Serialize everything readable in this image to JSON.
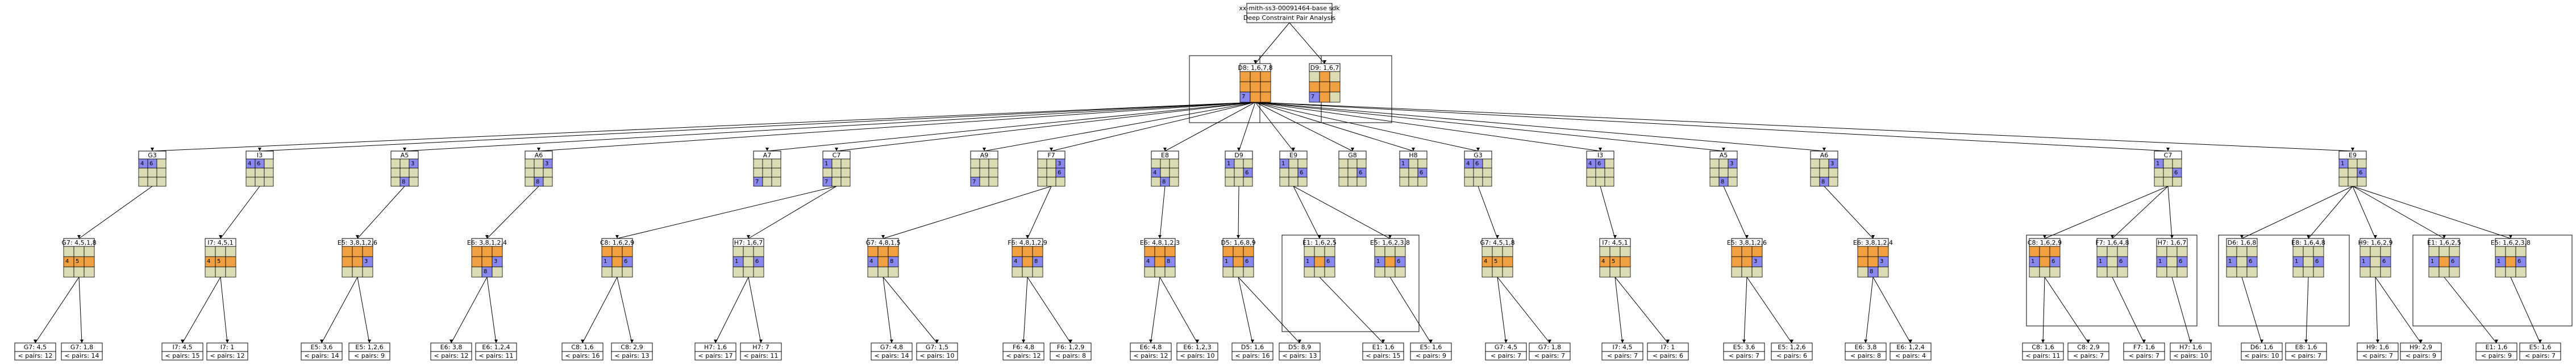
{
  "colors": {
    "empty": "#dcdcb4",
    "highlight": "#f0a040",
    "candidate": "#8888ee",
    "line": "#000000"
  },
  "header": {
    "line1": "xx-mith-ss3-00091464-base sdk",
    "line2": "Deep Constraint Pair Analysis"
  },
  "nodes": [
    {
      "id": "r1",
      "label": "D8: 1,6,7,8",
      "cells": "HHHHHHCHH",
      "cands": [
        "",
        "",
        "",
        "",
        "",
        "",
        "7",
        "",
        ""
      ]
    },
    {
      "id": "r2",
      "label": "D9: 1,6,7",
      "cells": "EHEHHHCHE",
      "cands": [
        "",
        "",
        "",
        "",
        "",
        "",
        "7",
        "",
        ""
      ]
    },
    {
      "id": "n1",
      "label": "G3",
      "cells": "CCEEEEEEE",
      "cands": [
        "4",
        "6",
        "",
        "",
        "",
        "",
        "",
        "",
        ""
      ]
    },
    {
      "id": "n2",
      "label": "I3",
      "cells": "CCEEEEEEE",
      "cands": [
        "4",
        "6",
        "",
        "",
        "",
        "",
        "",
        "",
        ""
      ]
    },
    {
      "id": "n3",
      "label": "A5",
      "cells": "EECEEEECE",
      "cands": [
        "",
        "",
        "3",
        "",
        "",
        "",
        "",
        "8",
        ""
      ]
    },
    {
      "id": "n4",
      "label": "A6",
      "cells": "EECEEEECE",
      "cands": [
        "",
        "",
        "3",
        "",
        "",
        "",
        "",
        "8",
        ""
      ]
    },
    {
      "id": "n5",
      "label": "A7",
      "cells": "EEEEEECEE",
      "cands": [
        "",
        "",
        "",
        "",
        "",
        "",
        "7",
        "",
        ""
      ]
    },
    {
      "id": "n6",
      "label": "C7",
      "cells": "CEEEEECEE",
      "cands": [
        "1",
        "",
        "",
        "",
        "",
        "",
        "7",
        "",
        ""
      ]
    },
    {
      "id": "n7",
      "label": "A9",
      "cells": "EEEEEECEE",
      "cands": [
        "",
        "",
        "",
        "",
        "",
        "",
        "7",
        "",
        ""
      ]
    },
    {
      "id": "n8",
      "label": "F7",
      "cells": "EECEECEEE",
      "cands": [
        "",
        "",
        "3",
        "",
        "",
        "6",
        "",
        "",
        ""
      ]
    },
    {
      "id": "n9",
      "label": "E8",
      "cells": "EEECEEECE",
      "cands": [
        "",
        "",
        "",
        "4",
        "",
        "",
        "",
        "8",
        ""
      ]
    },
    {
      "id": "n10",
      "label": "D9",
      "cells": "CEEEECEEE",
      "cands": [
        "1",
        "",
        "",
        "",
        "",
        "6",
        "",
        "",
        ""
      ]
    },
    {
      "id": "n11",
      "label": "E9",
      "cells": "CEEEECEEE",
      "cands": [
        "1",
        "",
        "",
        "",
        "",
        "6",
        "",
        "",
        ""
      ]
    },
    {
      "id": "n12",
      "label": "G8",
      "cells": "EEEEECEEE",
      "cands": [
        "",
        "",
        "",
        "",
        "",
        "6",
        "",
        "",
        ""
      ]
    },
    {
      "id": "n13",
      "label": "H8",
      "cells": "CEEEECEEE",
      "cands": [
        "1",
        "",
        "",
        "",
        "",
        "6",
        "",
        "",
        ""
      ]
    },
    {
      "id": "n14",
      "label": "G3",
      "cells": "CCEEEEEEE",
      "cands": [
        "4",
        "6",
        "",
        "",
        "",
        "",
        "",
        "",
        ""
      ]
    },
    {
      "id": "n15",
      "label": "I3",
      "cells": "CCEEEEEEE",
      "cands": [
        "4",
        "6",
        "",
        "",
        "",
        "",
        "",
        "",
        ""
      ]
    },
    {
      "id": "n16",
      "label": "A5",
      "cells": "EECEEEECE",
      "cands": [
        "",
        "",
        "3",
        "",
        "",
        "",
        "",
        "8",
        ""
      ]
    },
    {
      "id": "n17",
      "label": "A6",
      "cells": "EECEEEECE",
      "cands": [
        "",
        "",
        "3",
        "",
        "",
        "",
        "",
        "8",
        ""
      ]
    },
    {
      "id": "n18",
      "label": "C7",
      "cells": "CEEEECEEE",
      "cands": [
        "1",
        "",
        "",
        "",
        "",
        "6",
        "",
        "",
        ""
      ]
    },
    {
      "id": "n19",
      "label": "E9",
      "cells": "CEEEECEEE",
      "cands": [
        "1",
        "",
        "",
        "",
        "",
        "6",
        "",
        "",
        ""
      ]
    },
    {
      "id": "m1",
      "label": "G7: 4,5,1,8",
      "cells": "EEEHHHEEE",
      "cands": [
        "",
        "",
        "",
        "4",
        "5",
        "",
        "",
        "",
        ""
      ]
    },
    {
      "id": "m2",
      "label": "I7: 4,5,1",
      "cells": "EEEHHHEEE",
      "cands": [
        "",
        "",
        "",
        "4",
        "5",
        "",
        "",
        "",
        ""
      ]
    },
    {
      "id": "m3",
      "label": "E5: 3,8,1,2,6",
      "cells": "HHHHHCEEE",
      "cands": [
        "",
        "",
        "",
        "",
        "",
        "3",
        "",
        "",
        ""
      ]
    },
    {
      "id": "m4",
      "label": "E6: 3,8,1,2,4",
      "cells": "HHHHHCECE",
      "cands": [
        "",
        "",
        "",
        "",
        "",
        "3",
        "",
        "8",
        ""
      ]
    },
    {
      "id": "m5",
      "label": "C8: 1,6,2,9",
      "cells": "HHHCHCEEE",
      "cands": [
        "",
        "",
        "",
        "1",
        "",
        "6",
        "",
        "",
        ""
      ]
    },
    {
      "id": "m6",
      "label": "H7: 1,6,7",
      "cells": "EEECECEEE",
      "cands": [
        "",
        "",
        "",
        "1",
        "",
        "6",
        "",
        "",
        ""
      ]
    },
    {
      "id": "m7",
      "label": "G7: 4,8,1,5",
      "cells": "HHHCHCEEE",
      "cands": [
        "",
        "",
        "",
        "4",
        "",
        "8",
        "",
        "",
        ""
      ]
    },
    {
      "id": "m8",
      "label": "F6: 4,8,1,2,9",
      "cells": "HHHCHCEEE",
      "cands": [
        "",
        "",
        "",
        "4",
        "",
        "8",
        "",
        "",
        ""
      ]
    },
    {
      "id": "m9",
      "label": "E6: 4,8,1,2,3",
      "cells": "HHHCHCEEE",
      "cands": [
        "",
        "",
        "",
        "4",
        "",
        "8",
        "",
        "",
        ""
      ]
    },
    {
      "id": "m10",
      "label": "D5: 1,6,8,9",
      "cells": "HHHCHCEEE",
      "cands": [
        "",
        "",
        "",
        "1",
        "",
        "6",
        "",
        "",
        ""
      ]
    },
    {
      "id": "m11",
      "label": "E1: 1,6,2,5",
      "cells": "EEECHCEEE",
      "cands": [
        "",
        "",
        "",
        "1",
        "",
        "6",
        "",
        "",
        ""
      ]
    },
    {
      "id": "m12",
      "label": "E5: 1,6,2,3,8",
      "cells": "EEECHCEEE",
      "cands": [
        "",
        "",
        "",
        "1",
        "",
        "6",
        "",
        "",
        ""
      ]
    },
    {
      "id": "m13",
      "label": "G7: 4,5,1,8",
      "cells": "EEEHHHEEE",
      "cands": [
        "",
        "",
        "",
        "4",
        "5",
        "",
        "",
        "",
        ""
      ]
    },
    {
      "id": "m14",
      "label": "I7: 4,5,1",
      "cells": "EEEHHHEEE",
      "cands": [
        "",
        "",
        "",
        "4",
        "5",
        "",
        "",
        "",
        ""
      ]
    },
    {
      "id": "m15",
      "label": "E5: 3,8,1,2,6",
      "cells": "HHHHHCEEE",
      "cands": [
        "",
        "",
        "",
        "",
        "",
        "3",
        "",
        "",
        ""
      ]
    },
    {
      "id": "m16",
      "label": "E6: 3,8,1,2,4",
      "cells": "HHHHHCECE",
      "cands": [
        "",
        "",
        "",
        "",
        "",
        "3",
        "",
        "8",
        ""
      ]
    },
    {
      "id": "m17",
      "label": "C8: 1,6,2,9",
      "cells": "HHHCHCEEE",
      "cands": [
        "",
        "",
        "",
        "1",
        "",
        "6",
        "",
        "",
        ""
      ]
    },
    {
      "id": "m18",
      "label": "F7: 1,6,4,8",
      "cells": "EEECECEEE",
      "cands": [
        "",
        "",
        "",
        "1",
        "",
        "6",
        "",
        "",
        ""
      ]
    },
    {
      "id": "m19",
      "label": "H7: 1,6,7",
      "cells": "EEECECEEE",
      "cands": [
        "",
        "",
        "",
        "1",
        "",
        "6",
        "",
        "",
        ""
      ]
    },
    {
      "id": "m20",
      "label": "D6: 1,6,8",
      "cells": "EEECECEEE",
      "cands": [
        "",
        "",
        "",
        "1",
        "",
        "6",
        "",
        "",
        ""
      ]
    },
    {
      "id": "m21",
      "label": "E8: 1,6,4,8",
      "cells": "EEECECEEE",
      "cands": [
        "",
        "",
        "",
        "1",
        "",
        "6",
        "",
        "",
        ""
      ]
    },
    {
      "id": "m22",
      "label": "H9: 1,6,2,9",
      "cells": "EEECECEEE",
      "cands": [
        "",
        "",
        "",
        "1",
        "",
        "6",
        "",
        "",
        ""
      ]
    },
    {
      "id": "m23",
      "label": "E1: 1,6,2,5",
      "cells": "EEECHCEEE",
      "cands": [
        "",
        "",
        "",
        "1",
        "",
        "6",
        "",
        "",
        ""
      ]
    },
    {
      "id": "m24",
      "label": "E5: 1,6,2,3,8",
      "cells": "EEECHCEEE",
      "cands": [
        "",
        "",
        "",
        "1",
        "",
        "6",
        "",
        "",
        ""
      ]
    }
  ],
  "leaves": [
    {
      "label": "G7: 4,5",
      "pairs": "< pairs: 12"
    },
    {
      "label": "G7: 1,8",
      "pairs": "< pairs: 14"
    },
    {
      "label": "I7: 4,5",
      "pairs": "< pairs: 15"
    },
    {
      "label": "I7: 1",
      "pairs": "< pairs: 12"
    },
    {
      "label": "E5: 3,6",
      "pairs": "< pairs: 14"
    },
    {
      "label": "E5: 1,2,6",
      "pairs": "< pairs: 9"
    },
    {
      "label": "E6: 3,8",
      "pairs": "< pairs: 12"
    },
    {
      "label": "E6: 1,2,4",
      "pairs": "< pairs: 11"
    },
    {
      "label": "C8: 1,6",
      "pairs": "< pairs: 16"
    },
    {
      "label": "C8: 2,9",
      "pairs": "< pairs: 13"
    },
    {
      "label": "H7: 1,6",
      "pairs": "< pairs: 17"
    },
    {
      "label": "H7: 7",
      "pairs": "< pairs: 11"
    },
    {
      "label": "G7: 4,8",
      "pairs": "< pairs: 14"
    },
    {
      "label": "G7: 1,5",
      "pairs": "< pairs: 10"
    },
    {
      "label": "F6: 4,8",
      "pairs": "< pairs: 12"
    },
    {
      "label": "F6: 1,2,9",
      "pairs": "< pairs: 8"
    },
    {
      "label": "E6: 4,8",
      "pairs": "< pairs: 12"
    },
    {
      "label": "E6: 1,2,3",
      "pairs": "< pairs: 10"
    },
    {
      "label": "D5: 1,6",
      "pairs": "< pairs: 16"
    },
    {
      "label": "D5: 8,9",
      "pairs": "< pairs: 13"
    },
    {
      "label": "E1: 1,6",
      "pairs": "< pairs: 15"
    },
    {
      "label": "E5: 1,6",
      "pairs": "< pairs: 9"
    },
    {
      "label": "G7: 4,5",
      "pairs": "< pairs: 7"
    },
    {
      "label": "G7: 1,8",
      "pairs": "< pairs: 7"
    },
    {
      "label": "I7: 4,5",
      "pairs": "< pairs: 7"
    },
    {
      "label": "I7: 1",
      "pairs": "< pairs: 6"
    },
    {
      "label": "E5: 3,6",
      "pairs": "< pairs: 7"
    },
    {
      "label": "E5: 1,2,6",
      "pairs": "< pairs: 6"
    },
    {
      "label": "E6: 3,8",
      "pairs": "< pairs: 8"
    },
    {
      "label": "E6: 1,2,4",
      "pairs": "< pairs: 4"
    },
    {
      "label": "C8: 1,6",
      "pairs": "< pairs: 11"
    },
    {
      "label": "C8: 2,9",
      "pairs": "< pairs: 7"
    },
    {
      "label": "F7: 1,6",
      "pairs": "< pairs: 7"
    },
    {
      "label": "H7: 1,6",
      "pairs": "< pairs: 10"
    },
    {
      "label": "D6: 1,6",
      "pairs": "< pairs: 10"
    },
    {
      "label": "E8: 1,6",
      "pairs": "< pairs: 7"
    },
    {
      "label": "H9: 1,6",
      "pairs": "< pairs: 7"
    },
    {
      "label": "H9: 2,9",
      "pairs": "< pairs: 9"
    },
    {
      "label": "E1: 1,6",
      "pairs": "< pairs: 9"
    },
    {
      "label": "E5: 1,6",
      "pairs": "< pairs: 7"
    }
  ]
}
